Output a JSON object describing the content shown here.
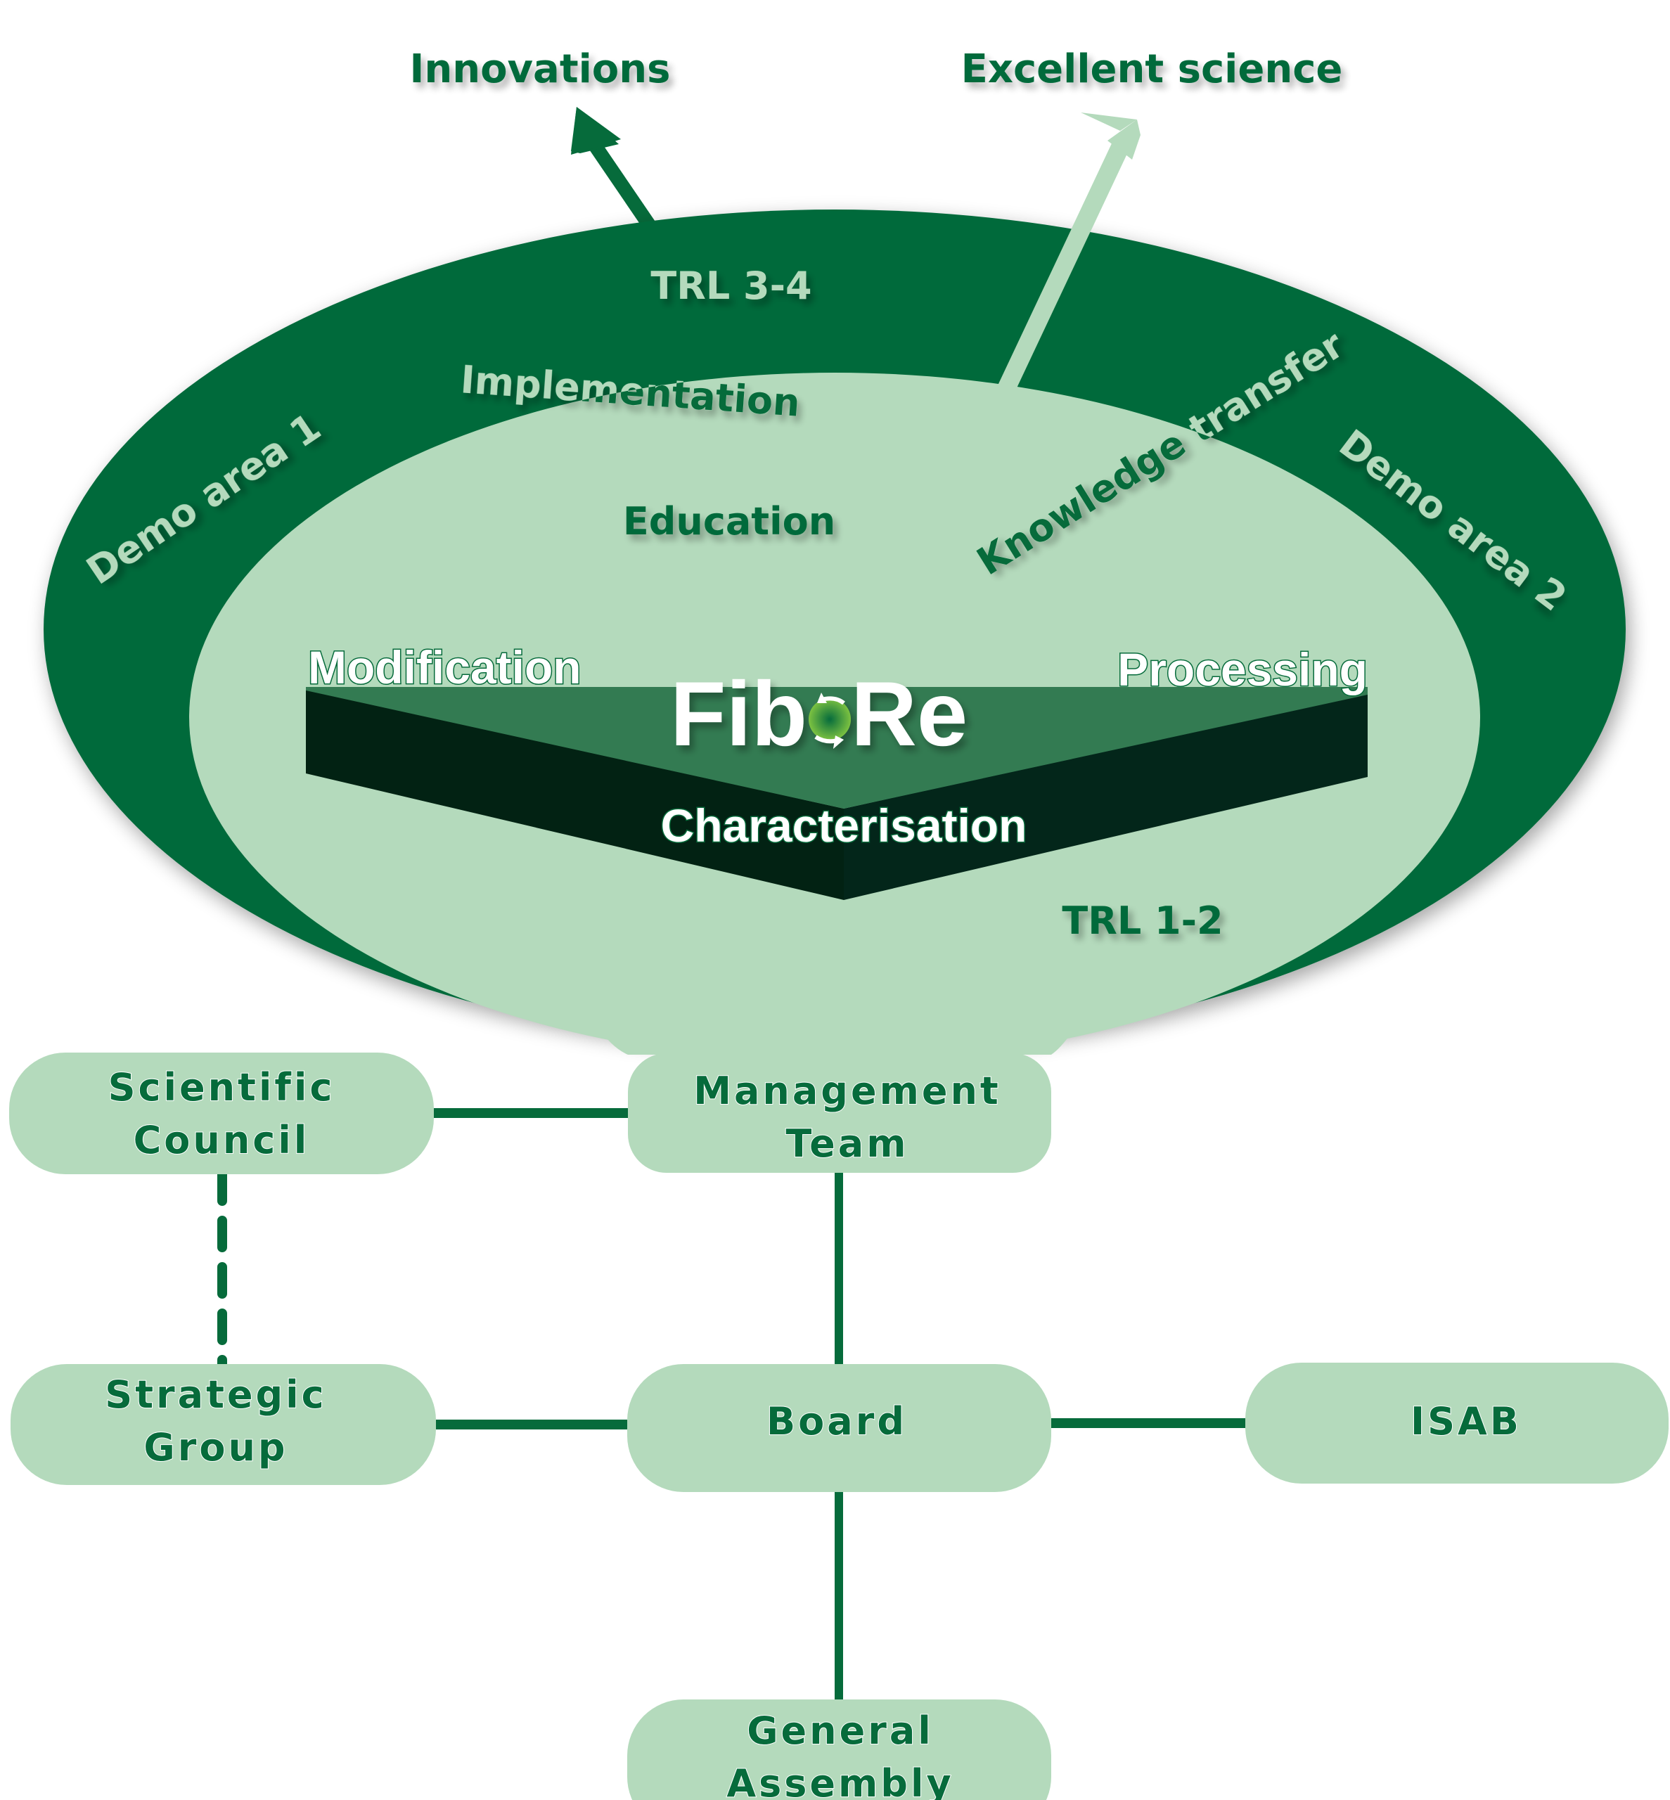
{
  "title": "FibRe",
  "colors": {
    "dark_green": "#066b3b",
    "light_green": "#b4dabc",
    "chevron_top": "#337b52",
    "chevron_side": "#022213",
    "white": "#ffffff"
  },
  "outputs": {
    "innovations": "Innovations",
    "excellent_science": "Excellent science"
  },
  "outer_ring": {
    "trl": "TRL 3-4",
    "demo_area_1": "Demo area 1",
    "demo_area_2": "Demo area 2",
    "implementation": "Implementation",
    "knowledge_transfer": "Knowledge transfer"
  },
  "inner_area": {
    "education": "Education",
    "trl": "TRL 1-2",
    "modification": "Modification",
    "processing": "Processing",
    "characterisation": "Characterisation",
    "logo_left": "Fib",
    "logo_right": "Re"
  },
  "org": {
    "management_team": [
      "Management",
      "Team"
    ],
    "scientific_council": [
      "Scientific",
      "Council"
    ],
    "strategic_group": [
      "Strategic",
      "Group"
    ],
    "board": "Board",
    "isab": "ISAB",
    "general_assembly": [
      "General",
      "Assembly"
    ]
  }
}
